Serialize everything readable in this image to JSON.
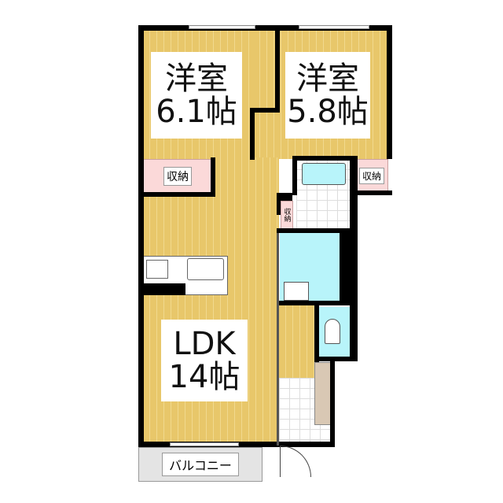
{
  "rooms": {
    "western_room_1": {
      "name": "洋室",
      "size": "6.1帖"
    },
    "western_room_2": {
      "name": "洋室",
      "size": "5.8帖"
    },
    "ldk": {
      "name": "LDK",
      "size": "14帖"
    }
  },
  "storage": {
    "left": "収納",
    "right": "収納",
    "small": "収納"
  },
  "balcony": "バルコニー",
  "colors": {
    "floor": "#e8c76a",
    "wet_area": "#b8f4fa",
    "storage": "#fbd9d9",
    "wall": "#000000"
  }
}
